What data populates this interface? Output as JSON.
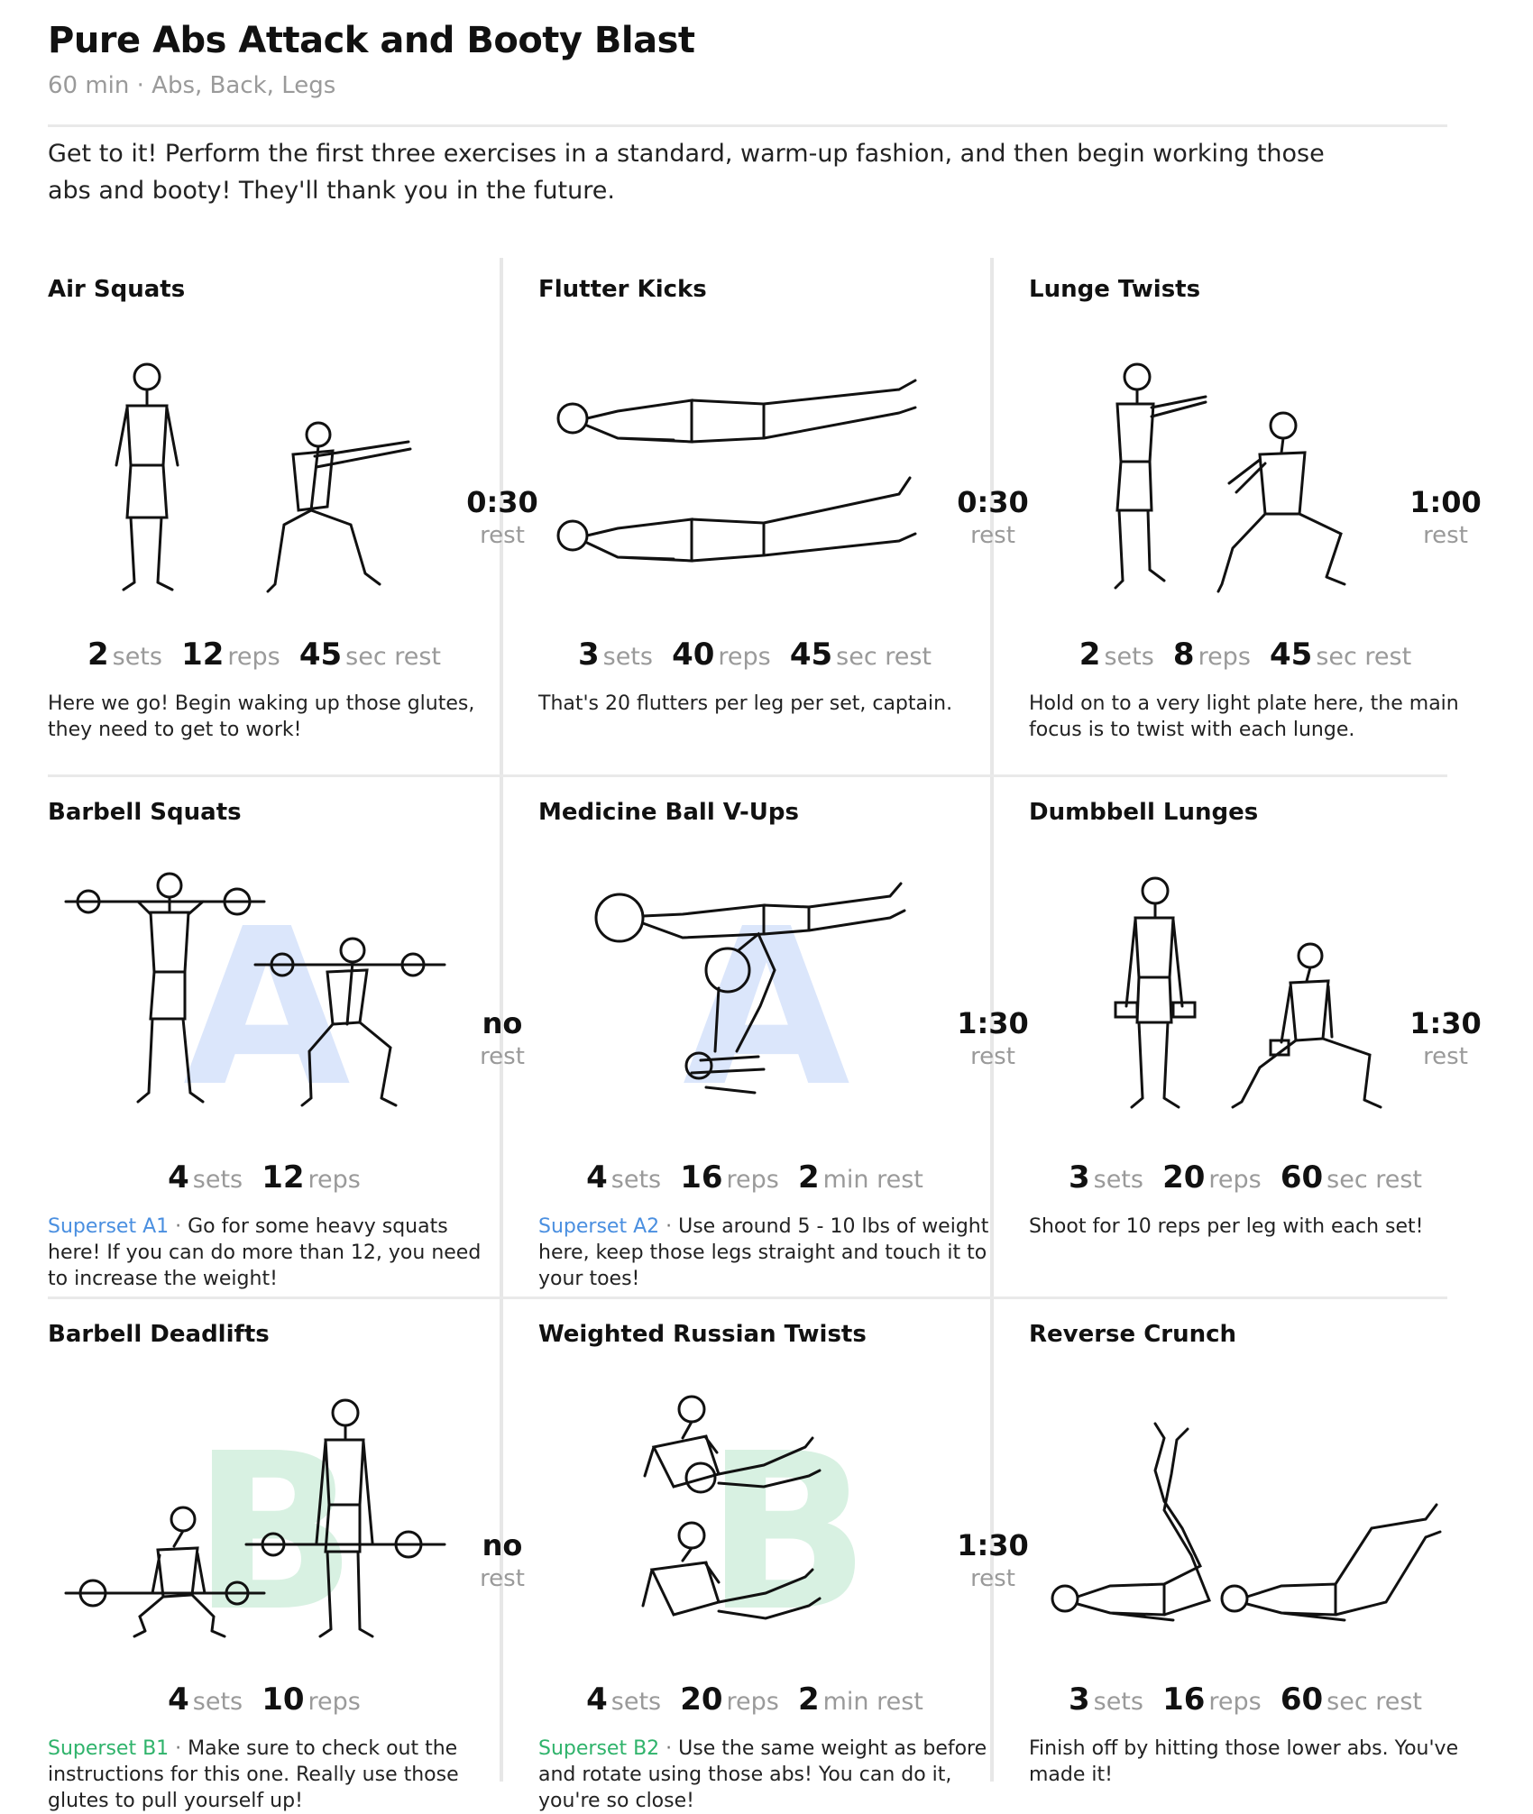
{
  "page": {
    "title": "Pure Abs Attack and Booty Blast",
    "meta": "60 min · Abs, Back, Legs",
    "intro": "Get to it! Perform the first three exercises in a standard, warm-up fashion, and then begin working those abs and booty! They'll thank you in the future."
  },
  "exercises": [
    {
      "title": "Air Squats",
      "sets": "2",
      "sets_label": "sets",
      "reps": "12",
      "reps_label": "reps",
      "rest": "45",
      "rest_label": "sec rest",
      "superset": "",
      "note": "Here we go! Begin waking up those glutes, they need to get to work!",
      "rest_after": "0:30",
      "rest_after_label": "rest"
    },
    {
      "title": "Flutter Kicks",
      "sets": "3",
      "sets_label": "sets",
      "reps": "40",
      "reps_label": "reps",
      "rest": "45",
      "rest_label": "sec rest",
      "superset": "",
      "note": "That's 20 flutters per leg per set, captain.",
      "rest_after": "0:30",
      "rest_after_label": "rest"
    },
    {
      "title": "Lunge Twists",
      "sets": "2",
      "sets_label": "sets",
      "reps": "8",
      "reps_label": "reps",
      "rest": "45",
      "rest_label": "sec rest",
      "superset": "",
      "note": "Hold on to a very light plate here, the main focus is to twist with each lunge.",
      "rest_after": "1:00",
      "rest_after_label": "rest"
    },
    {
      "title": "Barbell Squats",
      "sets": "4",
      "sets_label": "sets",
      "reps": "12",
      "reps_label": "reps",
      "rest": "",
      "rest_label": "",
      "superset": "Superset A1",
      "superset_letter": "A",
      "note": "Go for some heavy squats here! If you can do more than 12, you need to increase the weight!",
      "rest_after": "no",
      "rest_after_label": "rest"
    },
    {
      "title": "Medicine Ball V-Ups",
      "sets": "4",
      "sets_label": "sets",
      "reps": "16",
      "reps_label": "reps",
      "rest": "2",
      "rest_label": "min rest",
      "superset": "Superset A2",
      "superset_letter": "A",
      "note": "Use around 5 - 10 lbs of weight here, keep those legs straight and touch it to your toes!",
      "rest_after": "1:30",
      "rest_after_label": "rest"
    },
    {
      "title": "Dumbbell Lunges",
      "sets": "3",
      "sets_label": "sets",
      "reps": "20",
      "reps_label": "reps",
      "rest": "60",
      "rest_label": "sec rest",
      "superset": "",
      "note": "Shoot for 10 reps per leg with each set!",
      "rest_after": "1:30",
      "rest_after_label": "rest"
    },
    {
      "title": "Barbell Deadlifts",
      "sets": "4",
      "sets_label": "sets",
      "reps": "10",
      "reps_label": "reps",
      "rest": "",
      "rest_label": "",
      "superset": "Superset B1",
      "superset_letter": "B",
      "note": "Make sure to check out the instructions for this one. Really use those glutes to pull yourself up!",
      "rest_after": "no",
      "rest_after_label": "rest"
    },
    {
      "title": "Weighted Russian Twists",
      "sets": "4",
      "sets_label": "sets",
      "reps": "20",
      "reps_label": "reps",
      "rest": "2",
      "rest_label": "min rest",
      "superset": "Superset B2",
      "superset_letter": "B",
      "note": "Use the same weight as before and rotate using those abs! You can do it, you're so close!",
      "rest_after": "1:30",
      "rest_after_label": "rest"
    },
    {
      "title": "Reverse Crunch",
      "sets": "3",
      "sets_label": "sets",
      "reps": "16",
      "reps_label": "reps",
      "rest": "60",
      "rest_label": "sec rest",
      "superset": "",
      "note": "Finish off by hitting those lower abs. You've made it!",
      "rest_after": "",
      "rest_after_label": ""
    }
  ],
  "colors": {
    "superset_a": "#4a8fe0",
    "superset_b": "#2fb36b",
    "letter_a": "#dbe6fb",
    "letter_b": "#d8f1e2"
  }
}
